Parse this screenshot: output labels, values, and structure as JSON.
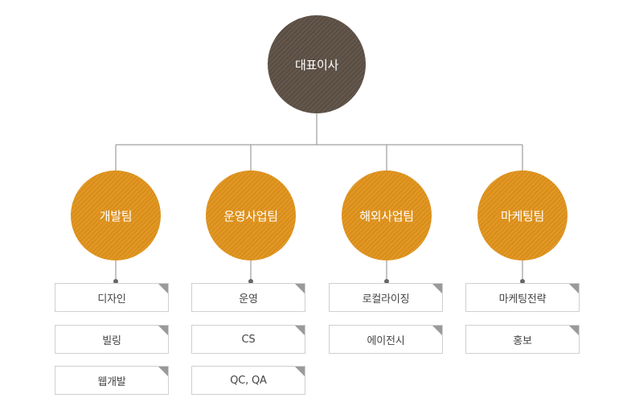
{
  "ceo": {
    "label": "대표이사"
  },
  "teams": [
    {
      "label": "개발팀",
      "items": [
        "디자인",
        "빌링",
        "웹개발"
      ]
    },
    {
      "label": "운영사업팀",
      "items": [
        "운영",
        "CS",
        "QC, QA"
      ]
    },
    {
      "label": "해외사업팀",
      "items": [
        "로컬라이징",
        "에이전시"
      ]
    },
    {
      "label": "마케팅팀",
      "items": [
        "마케팅전략",
        "홍보"
      ]
    }
  ],
  "colors": {
    "ceo": "#5c4f44",
    "team": "#e0921a",
    "line": "#8a8a8a",
    "box_border": "#cfcfcf",
    "corner": "#9a9a9a"
  }
}
